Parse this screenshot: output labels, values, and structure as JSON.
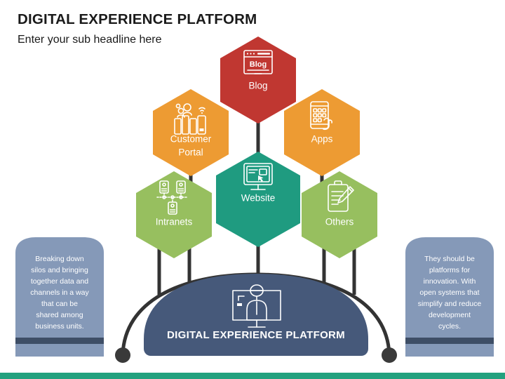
{
  "header": {
    "title": "DIGITAL EXPERIENCE PLATFORM",
    "subtitle": "Enter your sub headline here"
  },
  "colors": {
    "blog": "#C03731",
    "customer_portal": "#ED9B33",
    "apps": "#ED9B33",
    "website": "#1F9B80",
    "intranets": "#97BF5F",
    "others": "#97BF5F",
    "dome": "#46597A",
    "note_card": "#8599B8",
    "note_band": "#3E4E66",
    "stem": "#333333",
    "arch": "#333333",
    "bottom_bar": "#22A17E",
    "text_dark": "#1A1A1A",
    "text_light": "#FFFFFF"
  },
  "nodes": [
    {
      "id": "blog",
      "label": "Blog",
      "icon": "browser-blog-icon",
      "color": "#C03731"
    },
    {
      "id": "customer-portal",
      "label": "Customer Portal",
      "icon": "people-devices-icon",
      "color": "#ED9B33"
    },
    {
      "id": "apps",
      "label": "Apps",
      "icon": "phone-apps-hand-icon",
      "color": "#ED9B33"
    },
    {
      "id": "website",
      "label": "Website",
      "icon": "desktop-monitor-icon",
      "color": "#1F9B80"
    },
    {
      "id": "intranets",
      "label": "Intranets",
      "icon": "network-servers-icon",
      "color": "#97BF5F"
    },
    {
      "id": "others",
      "label": "Others",
      "icon": "clipboard-pencil-icon",
      "color": "#97BF5F"
    }
  ],
  "hex_labels": {
    "blog": "Blog",
    "customer_portal_line1": "Customer",
    "customer_portal_line2": "Portal",
    "apps": "Apps",
    "website": "Website",
    "intranets": "Intranets",
    "others": "Others"
  },
  "dome": {
    "label": "DIGITAL EXPERIENCE PLATFORM",
    "icon": "presenter-screen-icon"
  },
  "notes": {
    "left": {
      "lines": [
        "Breaking down",
        "silos and bringing",
        "together data and",
        "channels in a way",
        "that can be",
        "shared among",
        "business units."
      ]
    },
    "right": {
      "lines": [
        "They should be",
        "platforms for",
        "innovation. With",
        "open systems that",
        "simplify and reduce",
        "development",
        "cycles."
      ]
    }
  }
}
